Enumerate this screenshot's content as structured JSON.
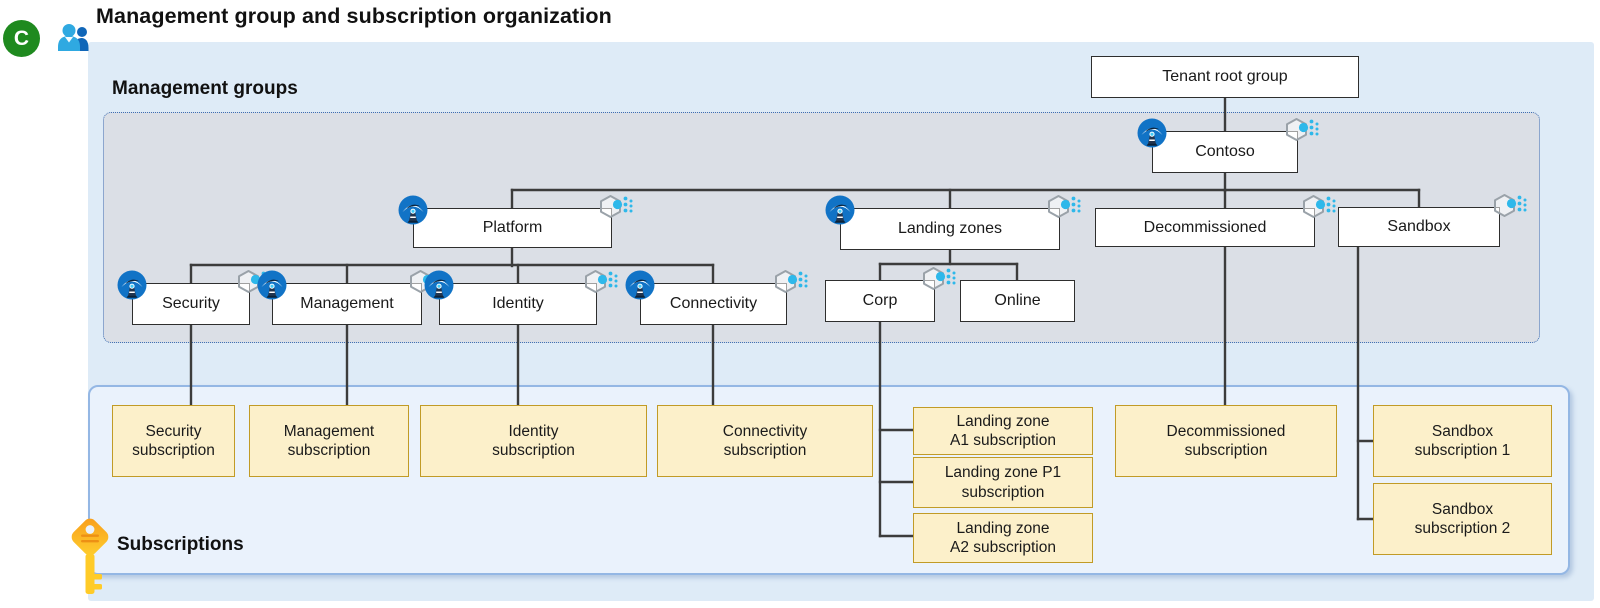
{
  "page": {
    "title": "Management group and subscription organization",
    "badge_letter": "C"
  },
  "sections": {
    "management_groups": "Management groups",
    "subscriptions": "Subscriptions"
  },
  "nodes": {
    "tenant_root": "Tenant root group",
    "contoso": "Contoso",
    "platform": "Platform",
    "landing_zones": "Landing zones",
    "decommissioned": "Decommissioned",
    "sandbox": "Sandbox",
    "security": "Security",
    "management": "Management",
    "identity": "Identity",
    "connectivity": "Connectivity",
    "corp": "Corp",
    "online": "Online"
  },
  "subscriptions": {
    "security": [
      "Security",
      "subscription"
    ],
    "management": [
      "Management",
      "subscription"
    ],
    "identity": [
      "Identity",
      "subscription"
    ],
    "connectivity": [
      "Connectivity",
      "subscription"
    ],
    "landing_zone_a1": [
      "Landing zone",
      "A1 subscription"
    ],
    "landing_zone_p1": [
      "Landing zone P1",
      "subscription"
    ],
    "landing_zone_a2": [
      "Landing zone",
      "A2 subscription"
    ],
    "decommissioned": [
      "Decommissioned",
      "subscription"
    ],
    "sandbox_1": [
      "Sandbox",
      "subscription 1"
    ],
    "sandbox_2": [
      "Sandbox",
      "subscription 2"
    ]
  },
  "icons": {
    "badge": "green-circle-letter-c",
    "users": "two-people-icon",
    "mg_badge": "lighthouse-in-blue-circle-icon",
    "mg_hex": "hexagon-with-dots-management-group-icon",
    "subscription_key": "yellow-key-icon"
  },
  "colors": {
    "outer_panel": "#DEEBF7",
    "mg_panel_fill": "#DBDFE6",
    "mg_panel_border": "#3C6EB5",
    "subs_panel_fill": "#EAF2FC",
    "subs_panel_border": "#94B7E4",
    "node_fill": "#FFFFFF",
    "node_border": "#2E2E2E",
    "subscription_fill": "#FCF0CA",
    "subscription_border": "#C19B26",
    "wire": "#3C3C3C",
    "badge_green": "#1F8A1F",
    "icon_blue": "#1173C6",
    "icon_cyan": "#2EB8EA",
    "key_orange": "#F89C1B"
  }
}
